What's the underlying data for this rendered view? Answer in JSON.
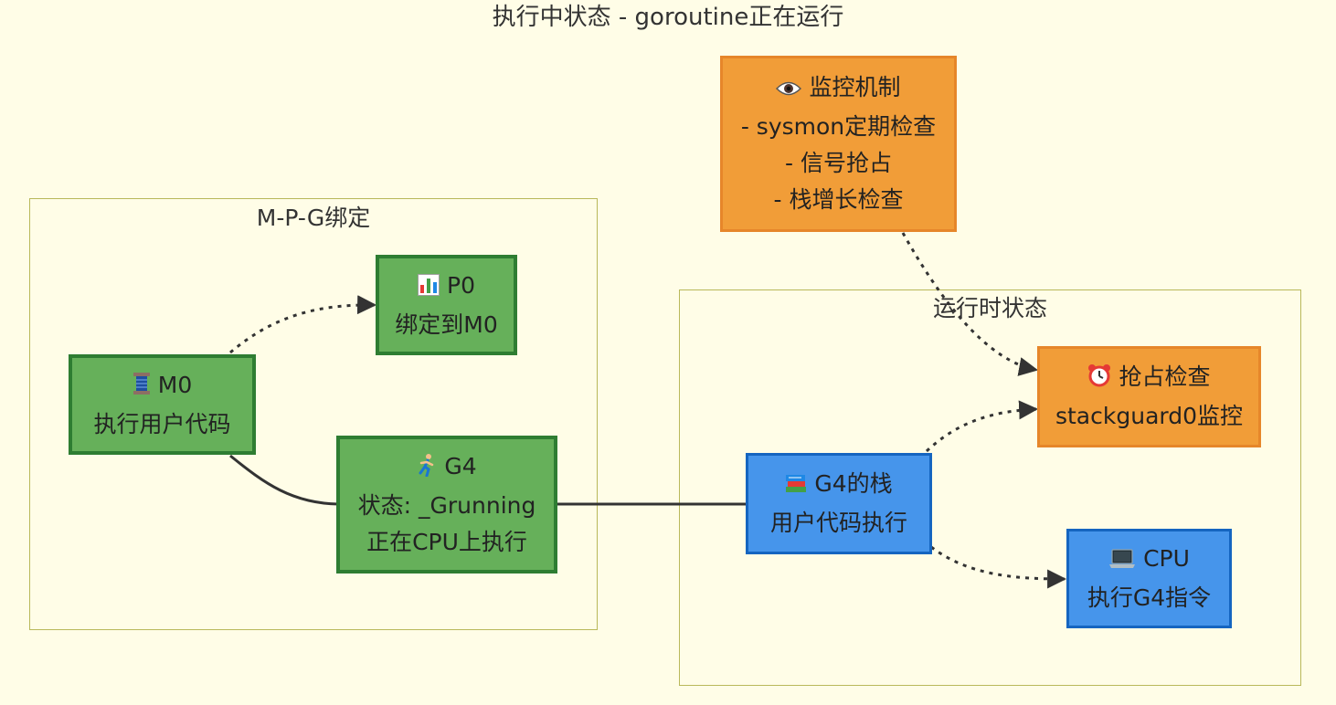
{
  "title": "执行中状态 - goroutine正在运行",
  "clusters": {
    "mpg": {
      "label": "M-P-G绑定"
    },
    "runtime": {
      "label": "运行时状态"
    }
  },
  "nodes": {
    "m0": {
      "icon": "thread-spool-icon",
      "line1": "M0",
      "line2": "执行用户代码"
    },
    "p0": {
      "icon": "bar-chart-icon",
      "line1": "P0",
      "line2": "绑定到M0"
    },
    "g4": {
      "icon": "runner-icon",
      "line1": "G4",
      "line2": "状态: _Grunning",
      "line3": "正在CPU上执行"
    },
    "monitor": {
      "icon": "eye-icon",
      "line1": "监控机制",
      "line2": "- sysmon定期检查",
      "line3": "- 信号抢占",
      "line4": "- 栈增长检查"
    },
    "preempt": {
      "icon": "alarm-clock-icon",
      "line1": "抢占检查",
      "line2": "stackguard0监控"
    },
    "stack": {
      "icon": "books-icon",
      "line1": "G4的栈",
      "line2": "用户代码执行"
    },
    "cpu": {
      "icon": "laptop-icon",
      "line1": "CPU",
      "line2": "执行G4指令"
    }
  },
  "colors": {
    "background": "#fffde7",
    "green_fill": "#66b05a",
    "green_border": "#2e7d32",
    "orange_fill": "#f19d38",
    "blue_fill": "#4695eb",
    "blue_border": "#1565c0",
    "cluster_border": "#b9b85a",
    "edge": "#333333"
  }
}
